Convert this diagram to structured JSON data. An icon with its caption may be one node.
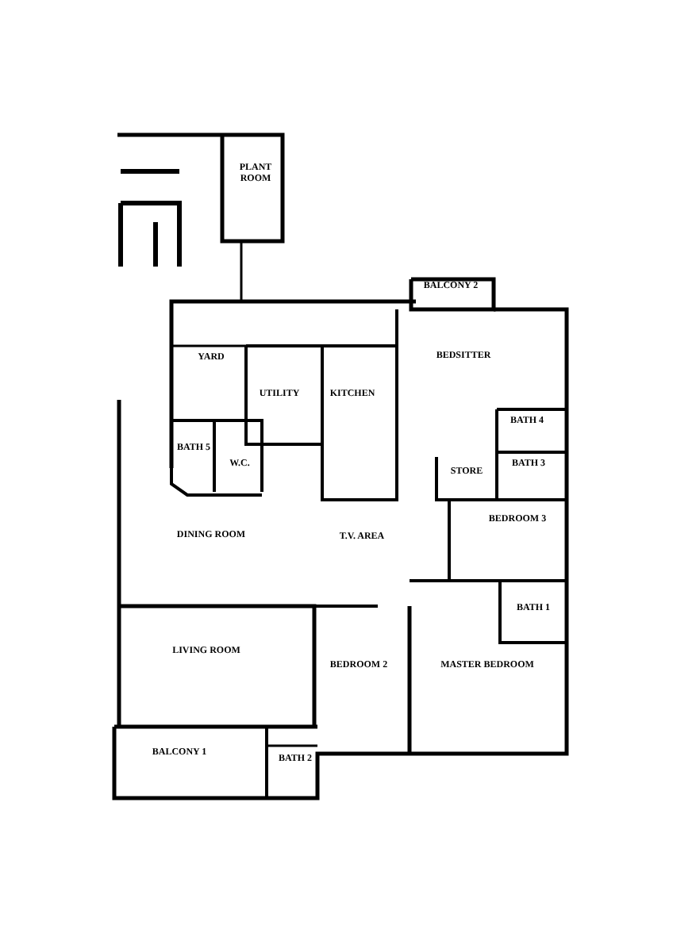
{
  "diagram": {
    "labels": [
      "PLANT ROOM",
      "BALCONY 2",
      "YARD",
      "BEDSITTER",
      "UTILITY",
      "KITCHEN",
      "BATH 4",
      "BATH 5",
      "W.C.",
      "STORE",
      "BATH 3",
      "DINING ROOM",
      "T.V. AREA",
      "BEDROOM 3",
      "BATH 1",
      "LIVING ROOM",
      "BEDROOM 2",
      "MASTER BEDROOM",
      "BALCONY 1",
      "BATH 2"
    ]
  }
}
